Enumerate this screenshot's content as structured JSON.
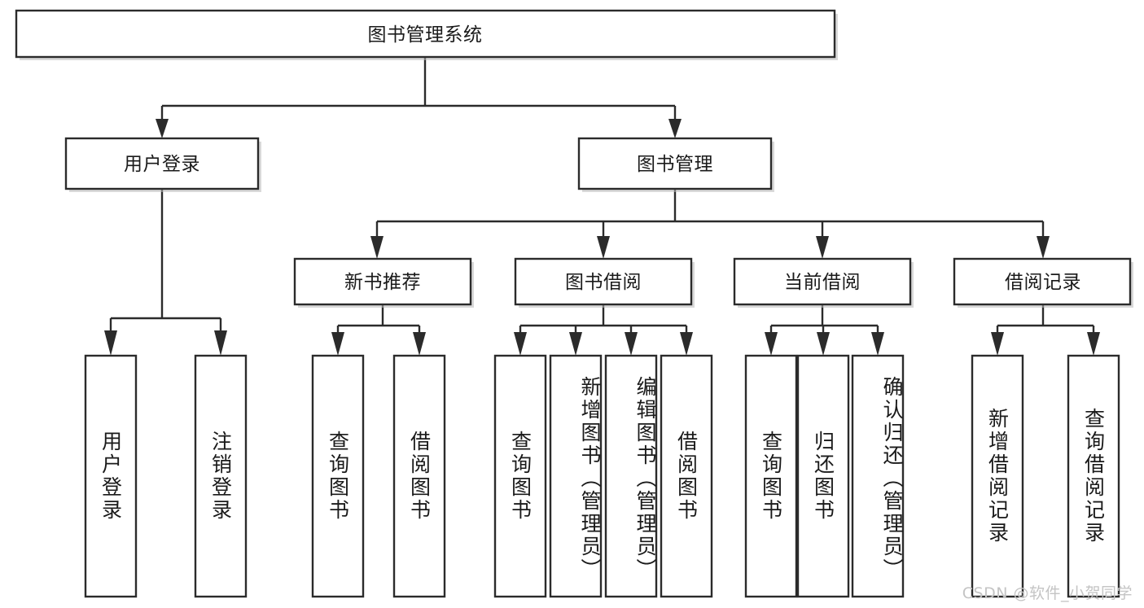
{
  "diagram": {
    "type": "tree-hierarchy",
    "orientation": "top-down",
    "title": "图书管理系统",
    "style": {
      "box_fill": "#ffffff",
      "box_stroke": "#2b2b2b",
      "connector_color": "#2b2b2b",
      "text_color": "#1a1a1a",
      "background": "#ffffff",
      "watermark_color": "#c4c4c4"
    }
  },
  "root": {
    "label": "图书管理系统"
  },
  "level2": [
    {
      "label": "用户登录"
    },
    {
      "label": "图书管理"
    }
  ],
  "level3": [
    {
      "label": "新书推荐"
    },
    {
      "label": "图书借阅"
    },
    {
      "label": "当前借阅"
    },
    {
      "label": "借阅记录"
    }
  ],
  "leaves": {
    "user_login": [
      {
        "label": "用户登录"
      },
      {
        "label": "注销登录"
      }
    ],
    "new_book_recommend": [
      {
        "label": "查询图书"
      },
      {
        "label": "借阅图书"
      }
    ],
    "book_borrow": [
      {
        "label": "查询图书"
      },
      {
        "label": "新增图书（管理员）"
      },
      {
        "label": "编辑图书（管理员）"
      },
      {
        "label": "借阅图书"
      }
    ],
    "current_borrow": [
      {
        "label": "查询图书"
      },
      {
        "label": "归还图书"
      },
      {
        "label": "确认归还（管理员）"
      }
    ],
    "borrow_records": [
      {
        "label": "新增借阅记录"
      },
      {
        "label": "查询借阅记录"
      }
    ]
  },
  "watermark": {
    "text": "CSDN @软件_小贺同学"
  }
}
